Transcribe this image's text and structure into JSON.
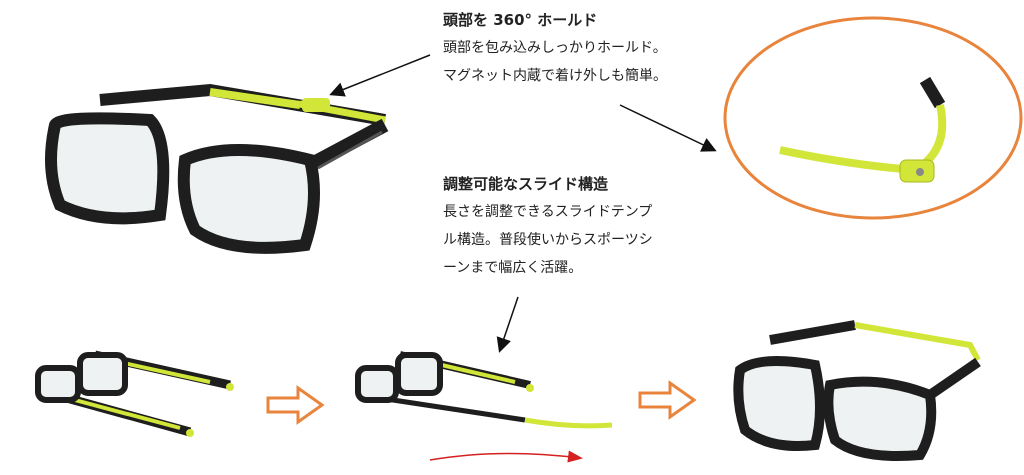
{
  "feature_hold": {
    "title": "頭部を 360° ホールド",
    "lines": [
      "頭部を包み込みしっかりホールド。",
      "マグネット内蔵で着け外しも簡単。"
    ]
  },
  "feature_slide": {
    "title": "調整可能なスライド構造",
    "lines": [
      "長さを調整できるスライドテンプ",
      "ル構造。普段使いからスポーツシ",
      "ーンまで幅広く活躍。"
    ]
  },
  "colors": {
    "frame": "#1e1e1e",
    "temple": "#d2e63a",
    "highlight_circle": "#e8843c",
    "step_arrow": "#e8843c",
    "slide_arrow": "#d42020"
  }
}
